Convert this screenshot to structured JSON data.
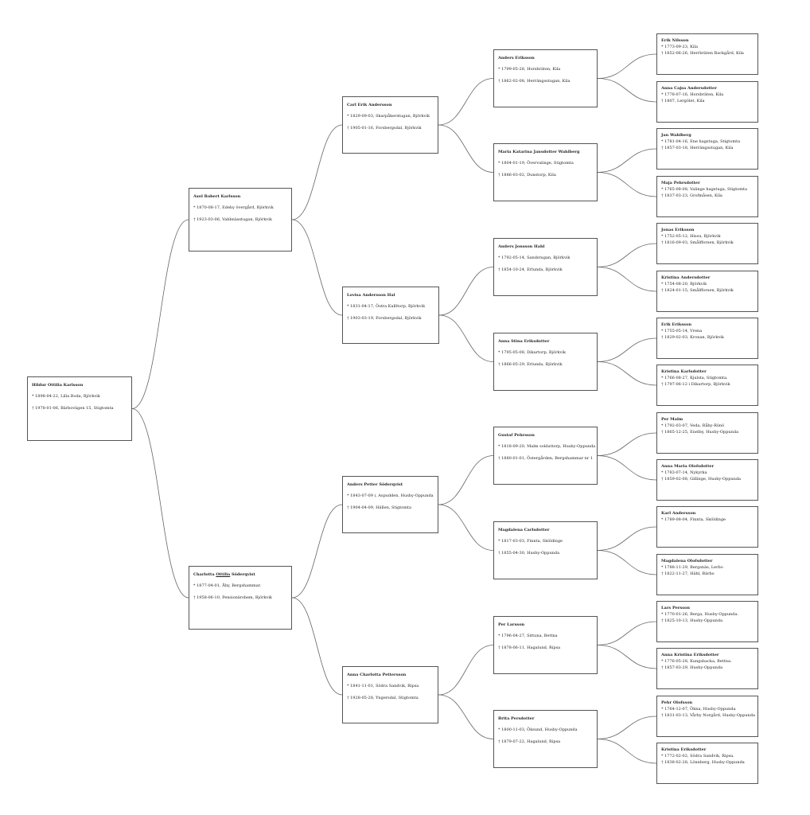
{
  "people": {
    "p1": {
      "name": "Hildur Ottilia Karlsson",
      "birth": "* 1898-04-22, Lilla Boda, Björkvik",
      "death": "† 1978-01-06, Bärbovägen 15, Stigtomta"
    },
    "p2": {
      "name": "Axel Robert Karlsson",
      "birth": "* 1870-08-17, Edeby övergård, Björkvik",
      "death": "† 1923-03-06, Vabbnässtugan, Björkvik"
    },
    "p3": {
      "name_pre": "Charlotta ",
      "name_u": "Ottilia",
      "name_post": " Söderqvist",
      "birth": "* 1877-04-01, Åby, Bergshammar.",
      "death": "† 1958-06-10, Pensionärshem, Björkvik"
    },
    "p4": {
      "name": "Carl Erik Andersson",
      "birth": "* 1829-09-03, Skarpåkerstugan, Björkvik",
      "death": "† 1905-01-16, Forsbergsdal, Björkvik"
    },
    "p5": {
      "name": "Lovisa Andersson Hal",
      "birth": "* 1831-04-17, Östra Kallltorp, Björkvik",
      "death": "† 1903-03-19, Forsbergsdal, Björkvik"
    },
    "p6": {
      "name": "Anders Petter Söderqvist",
      "birth": "* 1843-07-09 i, Aspudden, Husby-Oppunda",
      "death": "† 1904-04-09, Hällen, Stigtomta"
    },
    "p7": {
      "name": "Anna Charlotta Pettersson",
      "birth": "* 1841-11-01, Södra Sandvik, Ripsa",
      "death": "† 1928-05-28, Yngersdal, Stigtomta"
    },
    "p8": {
      "name": "Anders Eriksson",
      "birth": "* 1799-05-28, Horsbräten, Kila",
      "death": "† 1862-02-08, Herrängsstugan, Kila"
    },
    "p9": {
      "name": "Maria Katarina Jansdotter Wahlberg",
      "birth": "* 1804-01-19, Övervalinge, Stigtomta",
      "death": "† 1886-03-02, Dunstorp, Kila"
    },
    "p10": {
      "name": "Anders Jonsson Hahl",
      "birth": "* 1792-05-14, Sandstugan, Björkvik",
      "death": "† 1854-10-24, Erlunda, Björkvik"
    },
    "p11": {
      "name": "Anna Stina Eriksdotter",
      "birth": "* 1795-05-08, Dikartorp, Björkvik",
      "death": "† 1866-05-29, Erlunda, Björkvik"
    },
    "p12": {
      "name": "Gustaf Pehrsson",
      "birth": "* 1818-09-20, Malm soldattorp, Husby-Oppunda",
      "death": "†  1880-01-01, Östergården, Bergshammar nr 1"
    },
    "p13": {
      "name": "Magdalena Carlsdotter",
      "birth": "* 1817-03-03, Finnta, Sköldinge",
      "death": "†  1855-04-30, Husby-Oppunda"
    },
    "p14": {
      "name": "Per Larsson",
      "birth": "* 1796-04-27, Sittuna, Bettna",
      "death": "† 1878-06-11, Hagalund, Ripsa"
    },
    "p15": {
      "name": "Brita Persdotter",
      "birth": "* 1800-11-03, Öksund, Husby-Oppunda",
      "death": "† 1879-07-22, Hagalund, Ripsa"
    },
    "p16": {
      "name": "Erik Nilsson",
      "birth": "* 1773-09-23, Kila",
      "death": "† 1852-06-26, Herrbräten Backgård, Kila"
    },
    "p17": {
      "name": "Anna Cajsa Andersdotter",
      "birth": "* 1778-07-16, Horsbräten, Kila",
      "death": "† 1807, Lergölet, Kila"
    },
    "p18": {
      "name": "Jan Wahlberg",
      "birth": "* 1781-04-16, Ene hagstuga, Stigtomta",
      "death": "† 1857-03-18, Herrängsstugan, Kila"
    },
    "p19": {
      "name": "Maja Pehrsdotter",
      "birth": "* 1765-08-08, Valinge hagstuga, Stigtomta",
      "death": "† 1837-03-23, Grofmåsen, Kila"
    },
    "p20": {
      "name": "Jonas Eriksson",
      "birth": "* 1752-05-12, Hissu, Björkvik",
      "death": "† 1816-09-03, Smålfforsen, Björkvik"
    },
    "p21": {
      "name": "Kristina Andersdotter",
      "birth": "* 1754-08-20,  Björkvik",
      "death": "† 1824-01-15, Smålfforsen, Björkvik"
    },
    "p22": {
      "name": "Erik Eriksson",
      "birth": "* 1755-05-14, Vrena",
      "death": "† 1829-02-03, Kronan, Björkvik"
    },
    "p23": {
      "name": "Kristina Karlsdotter",
      "birth": "* 1766-08-27, Kjulsta, Stigtomta.",
      "death": "† 1797-06-12 i Dikartorp, Björkvik"
    },
    "p24": {
      "name": "Per Malm",
      "birth": "* 1792-03-07, Veda, Råby-Rönö",
      "death": "† 1865-12-25, Enelby, Husby-Oppunda"
    },
    "p25": {
      "name": "Anna Maria Olofsdotter",
      "birth": "* 1783-07-14, Nykyrka",
      "death": "† 1859-02-08, Gillinge, Husby-Oppunda"
    },
    "p26": {
      "name": "Karl Andersson",
      "birth": "* 1789-08-04, Finnta, Sköldinge",
      "death": ""
    },
    "p27": {
      "name": "Magdalena Olofsdotter",
      "birth": "* 1788-11-29, Bergsnäs, Lerbo",
      "death": "† 1822-11-27, Hähl, Bärbo"
    },
    "p28": {
      "name": "Lars Persson",
      "birth": "* 1770-01-26, Berga, Husby-Oppunda.",
      "death": "† 1825-10-13, Husby-Oppunda"
    },
    "p29": {
      "name": "Anna Kristina Eriksdotter",
      "birth": "* 1776-05-28, Kungsbacka, Bettna.",
      "death": "† 1857-03-29, Husby-Oppunda"
    },
    "p30": {
      "name": "Pehr Olofsson",
      "birth": "* 1764-12-07, Ökna, Husby-Oppunda",
      "death": "† 1831-03-13, Vårby Norgård, Husby-Oppunda"
    },
    "p31": {
      "name": "Kristina Eriksdotter",
      "birth": "* 1772-02-02, Södra Sandvik, Ripsa.",
      "death": "† 1838-02-28, Lönnberg, Husby-Oppunda"
    }
  }
}
